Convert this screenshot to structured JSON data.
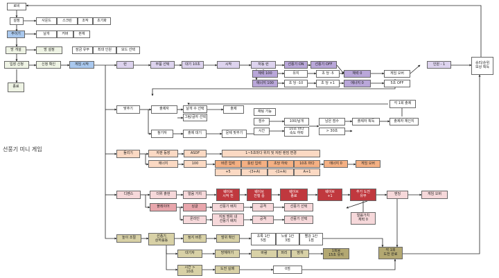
{
  "title": "선풍기 미니 게임",
  "nodes": {
    "lobby": "로비",
    "settings": "설정",
    "sound": "사운드",
    "screen": "스크린",
    "control": "조작",
    "reset": "초기화",
    "spin": "주이기",
    "wing": "날개",
    "cover": "커버",
    "body": "본체",
    "room_open": "방 개설",
    "room_setup": "방 설정",
    "public": "잠금 유무",
    "max_people": "최대 인원",
    "mode_select": "모드 선택",
    "enter": "입장 신청",
    "apply_confirm": "신청 확인",
    "game_start": "게임 시작",
    "quit": "종료",
    "run": "런",
    "part_select": "부품 선택",
    "wait10": "대기 10초",
    "start": "시작",
    "auto_run": "자동 런",
    "fan_on": "선풍기 ON",
    "fan_off": "선풍기 OFF",
    "hp100": "체력 100",
    "keep": "유지",
    "sec_m5": "초 당 -5",
    "hp0": "체력 0",
    "game_over_1": "게임 오버",
    "energy100": "에너지 100",
    "sec_m10": "초 당 -10",
    "sec_p1": "초 당 +1",
    "energy0": "에너지 0",
    "off5": "5초 OFF",
    "people_m1": "인원 - 1",
    "rank_reward": "승리/순위\n보상 획득",
    "match": "맞추기",
    "quiz": "출제자",
    "wing_count": "날개 수 선택",
    "pattern_select": "그림/글자 선택",
    "ask": "출제",
    "participant": "참가자",
    "wait_quiz": "출제 대기",
    "guess": "문제 맞추기",
    "reward_each": "각 1회 출제",
    "chat": "채팅 가능",
    "score": "점수",
    "wing100": "100/날개",
    "time": "시간",
    "tensec": "10초 마다\n속도 하락",
    "remain": "남은 점수",
    "quiz_get": "출제자 획득",
    "quiz_change": "출제자 체인지",
    "gt30": "> 30초",
    "rotate": "돌리기",
    "auto_ride": "자판 등장",
    "asdf": "ASDF",
    "random_change": "1~5초마다 위치 및 자판 랜덤 변경",
    "energy": "에너지",
    "v100": "100",
    "correct": "바른 입력",
    "wrong": "틀린 입력",
    "initial": "초당 하락",
    "every10": "10초 마다",
    "energy0b": "에너지 0",
    "game_over_2": "게임 오버",
    "p5": "+5",
    "m3a": "-(3+A)",
    "m1a": "-(1+A)",
    "p1a": "A+1",
    "defense": "디펜스",
    "ready": "더위 출현",
    "cool": "얼음 가치",
    "wave_start": "웨이브\n시작 전",
    "wave_mid": "웨이브\n진행 중",
    "wave_end": "웨이브\n종료",
    "wave_p1": "웨이브\n+1",
    "wave_boss": "추가 도전\n유무",
    "ending": "엔딩",
    "game_over_3": "게임 오버",
    "player": "플레이어",
    "single": "싱글",
    "fan_place": "선풍기 배치",
    "attack": "공격",
    "fan_upgrade": "선풍기 선택",
    "online": "온라인",
    "fan_place2": "지정 범위 내\n선풍기 배치",
    "attack2": "공격",
    "fan_upgrade2": "선풍기 선택",
    "cool_energy": "얼음가치\n체력 0",
    "height": "높이 조절",
    "fan_low": "선풍기\n상하움동",
    "stop_button": "정지 버튼",
    "range": "범위 확인",
    "green1": "초록 1칸\n5점",
    "yellow1": "노랑 1칸\n3점",
    "red1": "빨강 1칸\n1점",
    "wait": "대기자",
    "hinder": "방해하기",
    "wind": "바람",
    "paper": "퍼리",
    "sweat": "땀개",
    "once": "1회용\n15초 유지",
    "reward_round": "각 1회\n도전 완료",
    "time10": "시간 >\n10초",
    "fail": "도전 실패",
    "zero": "0점"
  }
}
